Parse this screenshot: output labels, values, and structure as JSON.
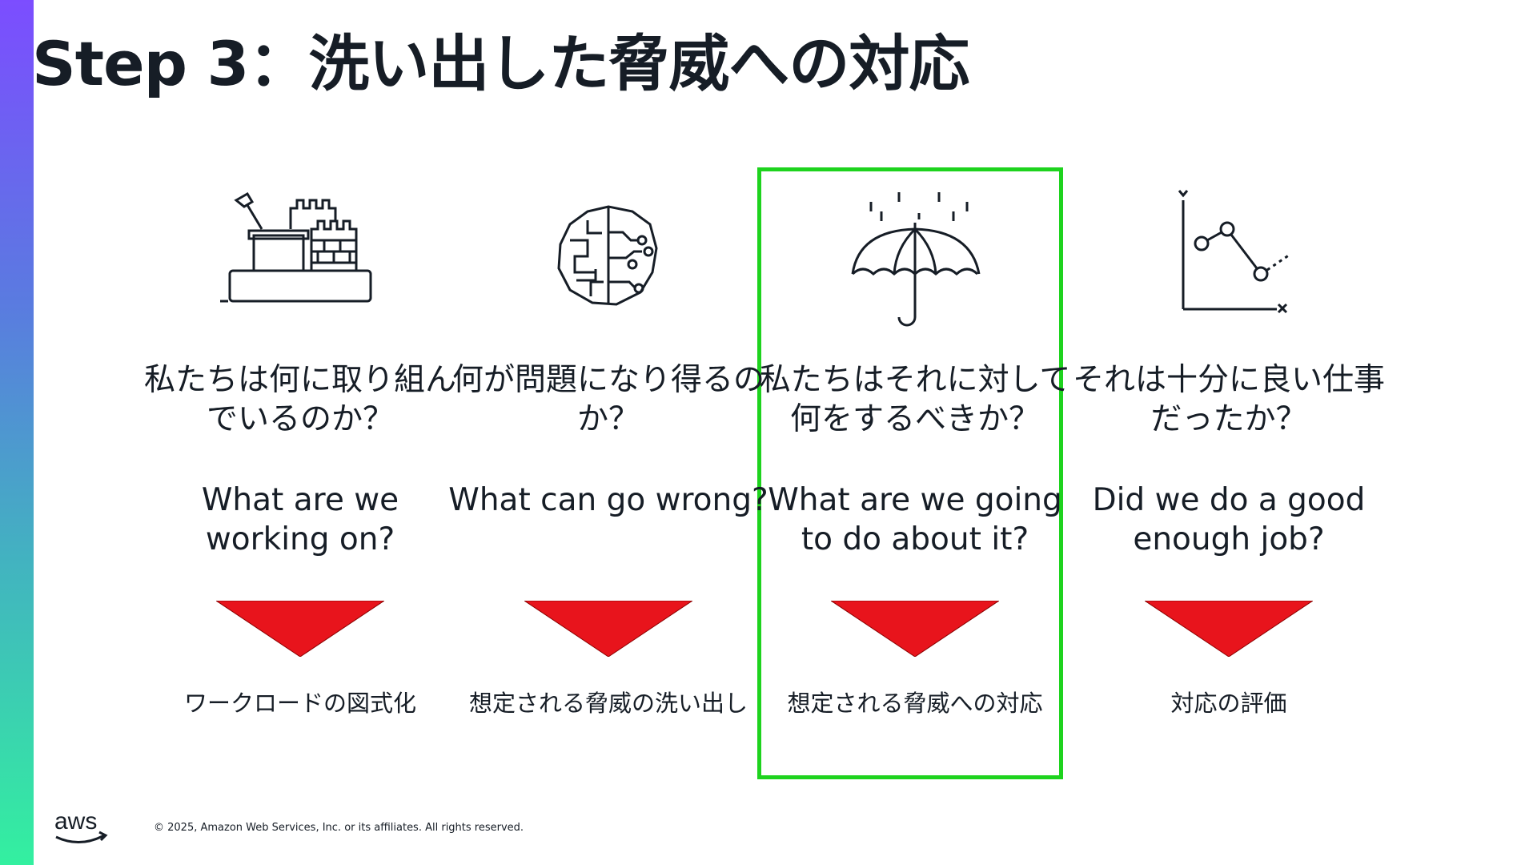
{
  "slide": {
    "title": "Step 3：洗い出した脅威への対応",
    "copyright": "© 2025, Amazon Web Services, Inc. or its affiliates. All rights reserved.",
    "logo_text": "aws"
  },
  "columns": [
    {
      "icon": "sandcastle-icon",
      "question_ja": "私たちは何に取り組んでいるのか？",
      "question_en": "What are we working on?",
      "caption": "ワークロードの図式化"
    },
    {
      "icon": "brain-icon",
      "question_ja": "何が問題になり得るのか？",
      "question_en": "What can go wrong?",
      "caption": "想定される脅威の洗い出し"
    },
    {
      "icon": "umbrella-icon",
      "question_ja": "私たちはそれに対して何をするべきか？",
      "question_en": "What are we going to do about it?",
      "caption": "想定される脅威への対応",
      "highlighted": true
    },
    {
      "icon": "line-chart-icon",
      "question_ja": "それは十分に良い仕事だったか？",
      "question_en": "Did we do a good enough job?",
      "caption": "対応の評価"
    }
  ],
  "colors": {
    "arrow": "#e8141c",
    "highlight": "#1ed31e",
    "text": "#161d26"
  }
}
